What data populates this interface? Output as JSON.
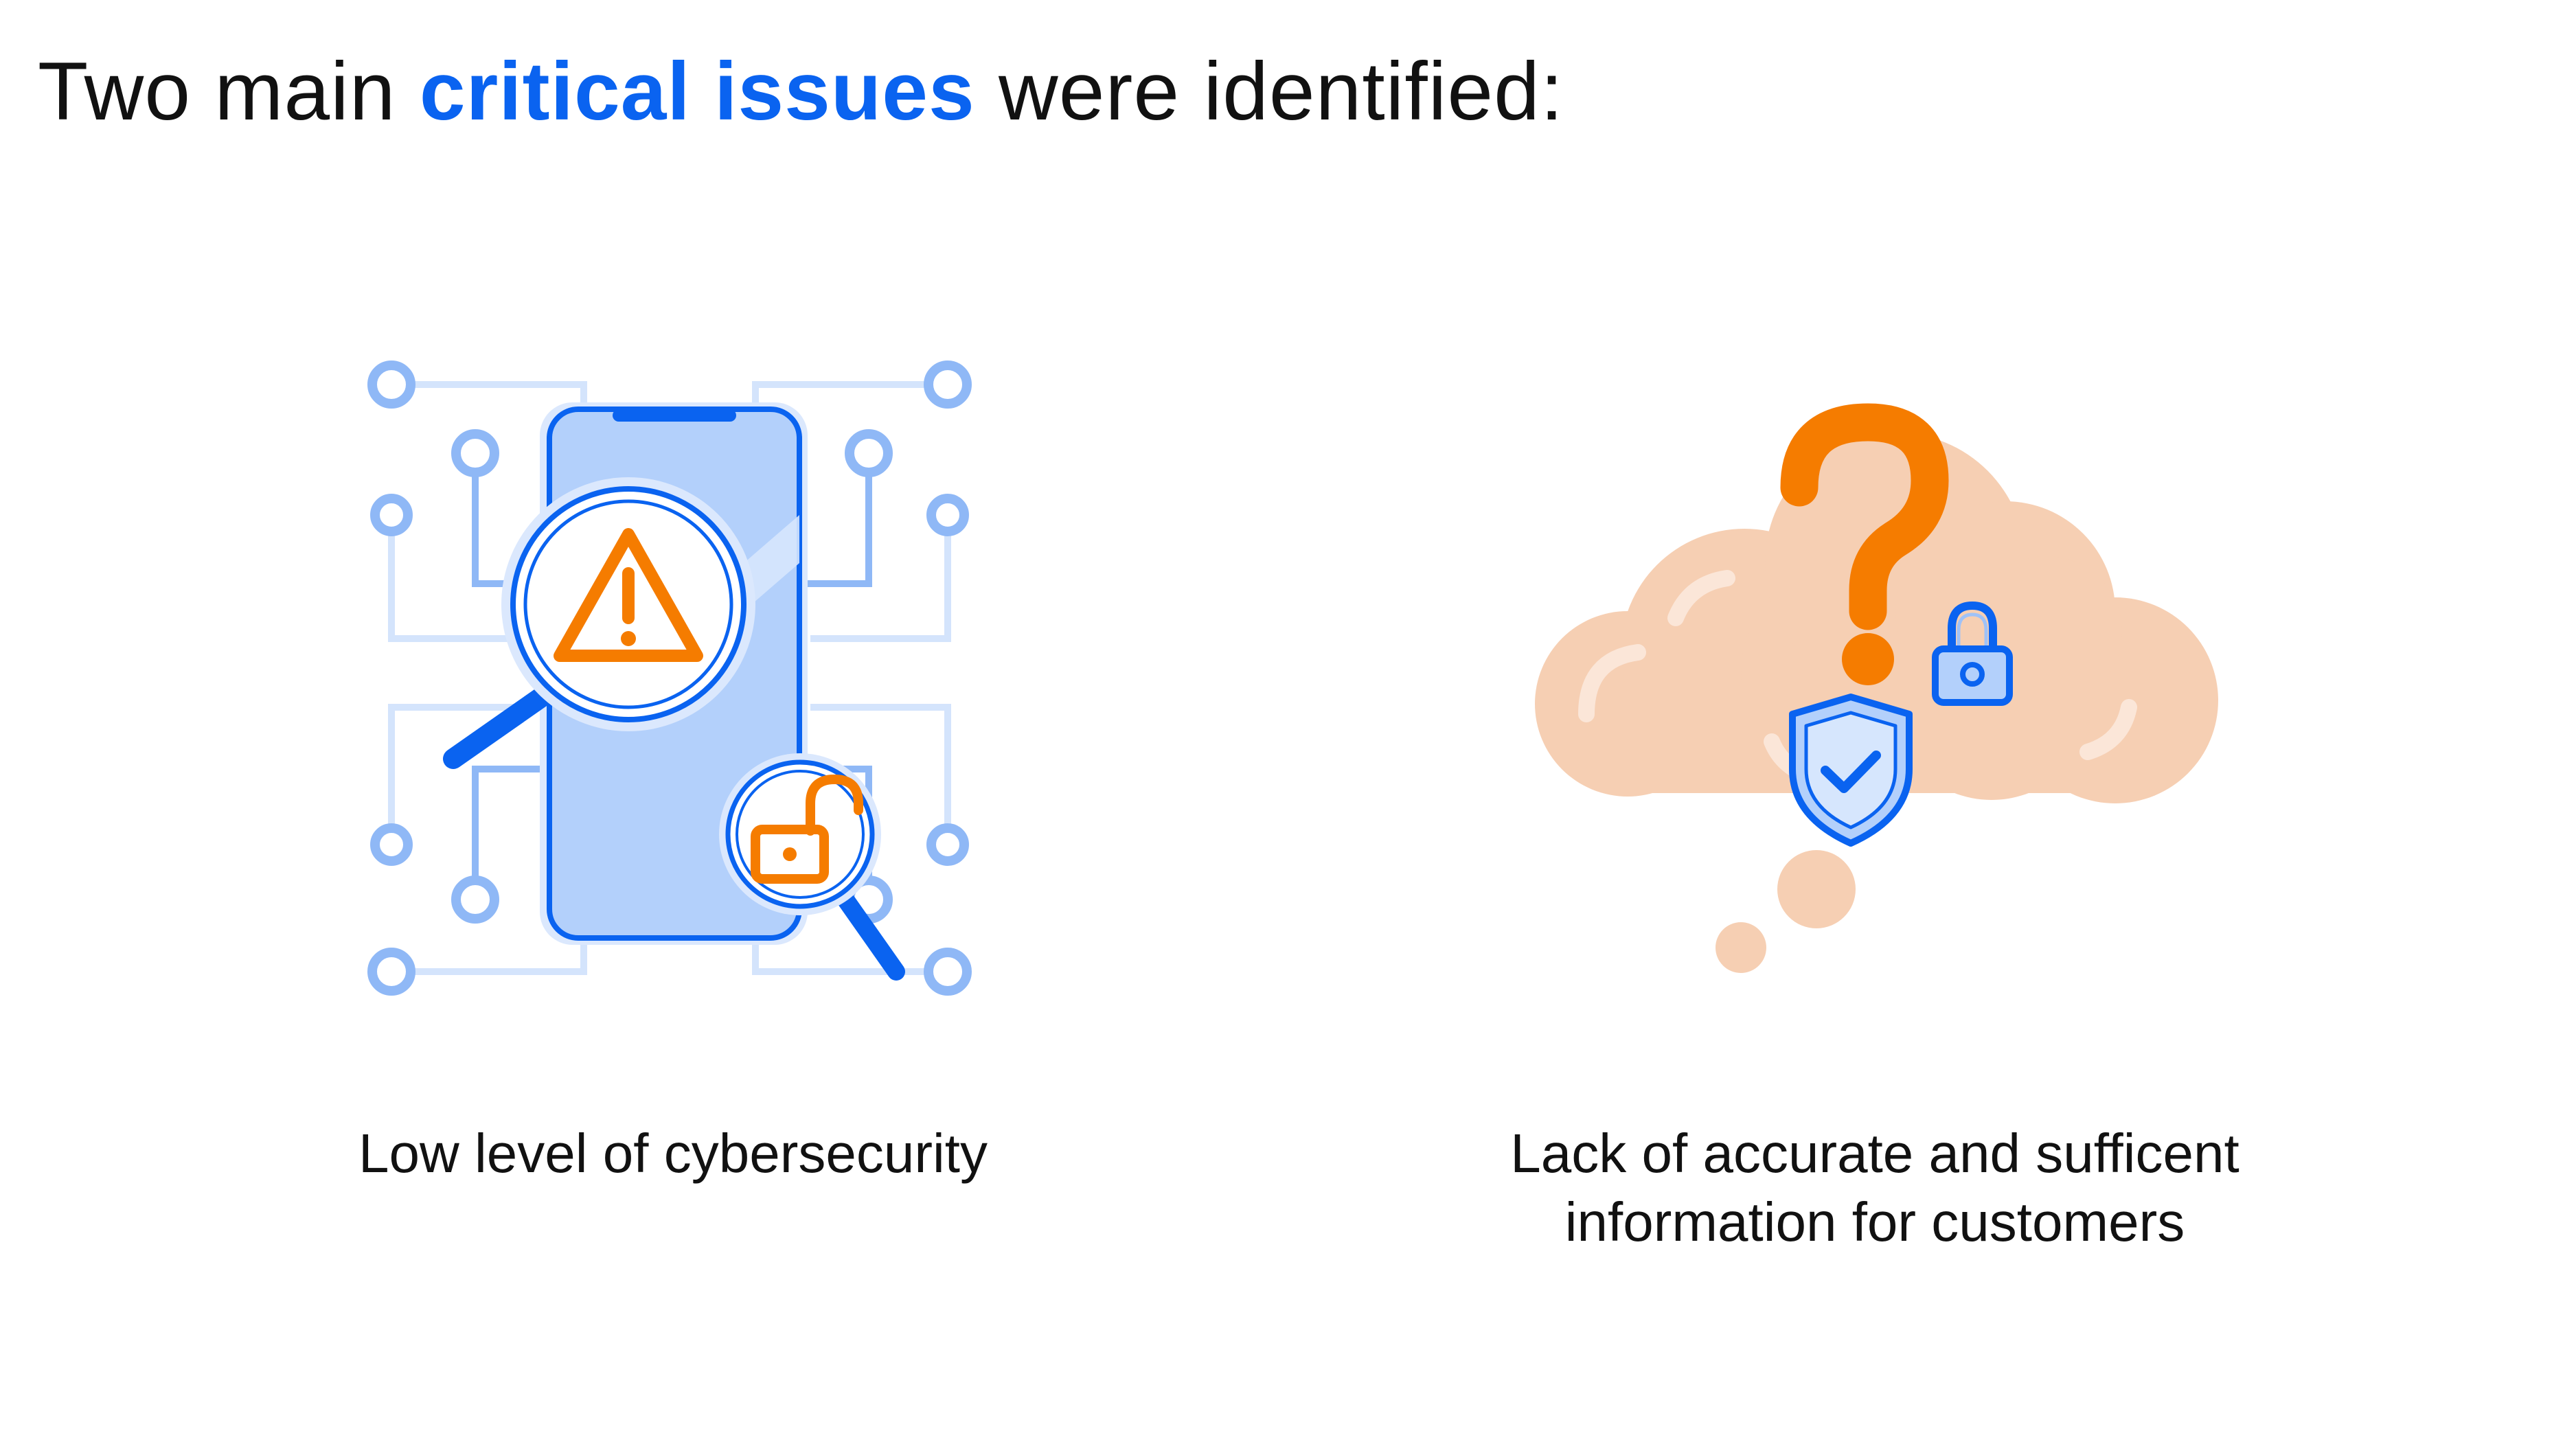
{
  "header": {
    "title_prefix": "Two main ",
    "title_highlight": "critical issues",
    "title_suffix": " were identified:"
  },
  "issues": [
    {
      "label": "Low level of cybersecurity",
      "icon": "phone-security-scan-icon"
    },
    {
      "label_line1": "Lack of accurate and sufficent",
      "label_line2": "information for customers",
      "icon": "cloud-question-icon"
    }
  ],
  "colors": {
    "accent_blue": "#0a63f0",
    "light_blue": "#b3d0fb",
    "circuit_blue": "#8fb8f6",
    "orange": "#f57c00",
    "peach": "#f6cfb3",
    "text": "#111111"
  }
}
